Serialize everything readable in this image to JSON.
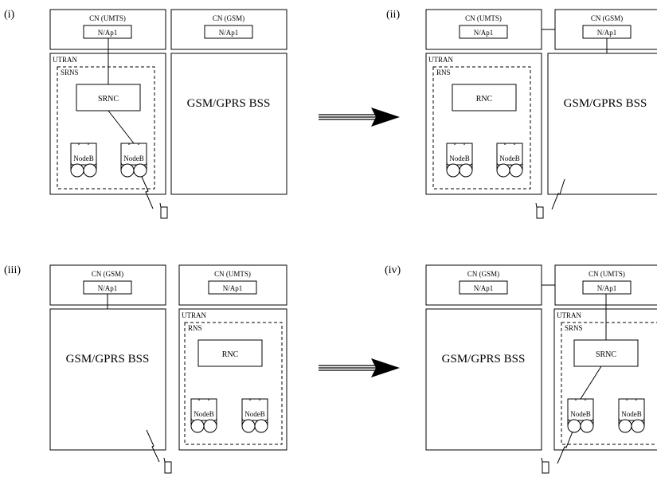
{
  "panels": [
    {
      "label": "(i)",
      "cn_left": "CN (UMTS)",
      "cn_right": "CN (GSM)",
      "interface_left": "N/Ap1",
      "interface_right": "N/Ap1",
      "utran": "UTRAN",
      "rns": "SRNS",
      "controller": "SRNC",
      "nodeb_left": "NodeB",
      "nodeb_right": "NodeB",
      "bss": "GSM/GPRS BSS"
    },
    {
      "label": "(ii)",
      "cn_left": "CN (UMTS)",
      "cn_right": "CN (GSM)",
      "interface_left": "N/Ap1",
      "interface_right": "N/Ap1",
      "utran": "UTRAN",
      "rns": "RNS",
      "controller": "RNC",
      "nodeb_left": "NodeB",
      "nodeb_right": "NodeB",
      "bss": "GSM/GPRS BSS"
    },
    {
      "label": "(iii)",
      "cn_left": "CN (GSM)",
      "cn_right": "CN (UMTS)",
      "interface_left": "N/Ap1",
      "interface_right": "N/Ap1",
      "utran": "UTRAN",
      "rns": "RNS",
      "controller": "RNC",
      "nodeb_left": "NodeB",
      "nodeb_right": "NodeB",
      "bss": "GSM/GPRS BSS"
    },
    {
      "label": "(iv)",
      "cn_left": "CN (GSM)",
      "cn_right": "CN (UMTS)",
      "interface_left": "N/Ap1",
      "interface_right": "N/Ap1",
      "utran": "UTRAN",
      "rns": "SRNS",
      "controller": "SRNC",
      "nodeb_left": "NodeB",
      "nodeb_right": "NodeB",
      "bss": "GSM/GPRS BSS"
    }
  ]
}
